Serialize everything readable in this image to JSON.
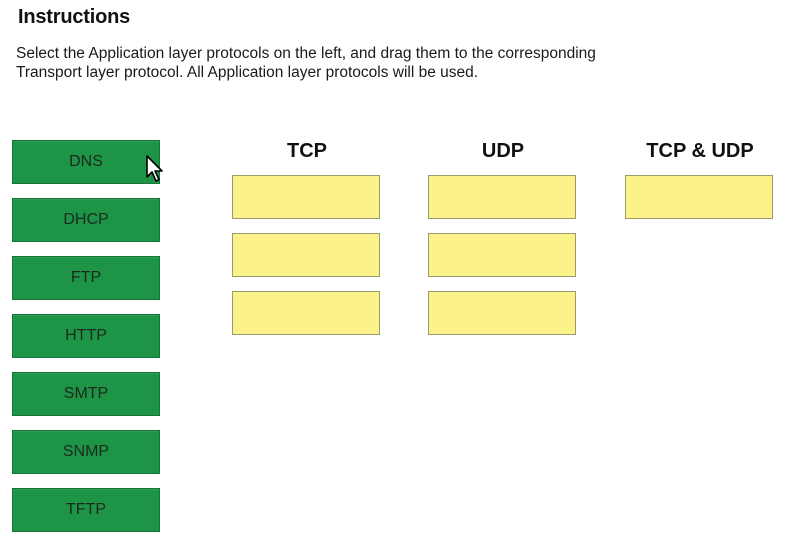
{
  "title": "Instructions",
  "instructions": {
    "line1": "Select the Application layer protocols on the left, and drag them to the corresponding",
    "line2": "Transport layer protocol. All Application layer protocols will be used."
  },
  "protocols": [
    "DNS",
    "DHCP",
    "FTP",
    "HTTP",
    "SMTP",
    "SNMP",
    "TFTP"
  ],
  "targets": [
    {
      "label": "TCP",
      "slots": 3
    },
    {
      "label": "UDP",
      "slots": 3
    },
    {
      "label": "TCP & UDP",
      "slots": 1
    }
  ],
  "colors": {
    "protocol_fill": "#1e9447",
    "drop_fill": "#fbf38a"
  },
  "icons": {
    "cursor": "mouse-pointer-icon"
  }
}
